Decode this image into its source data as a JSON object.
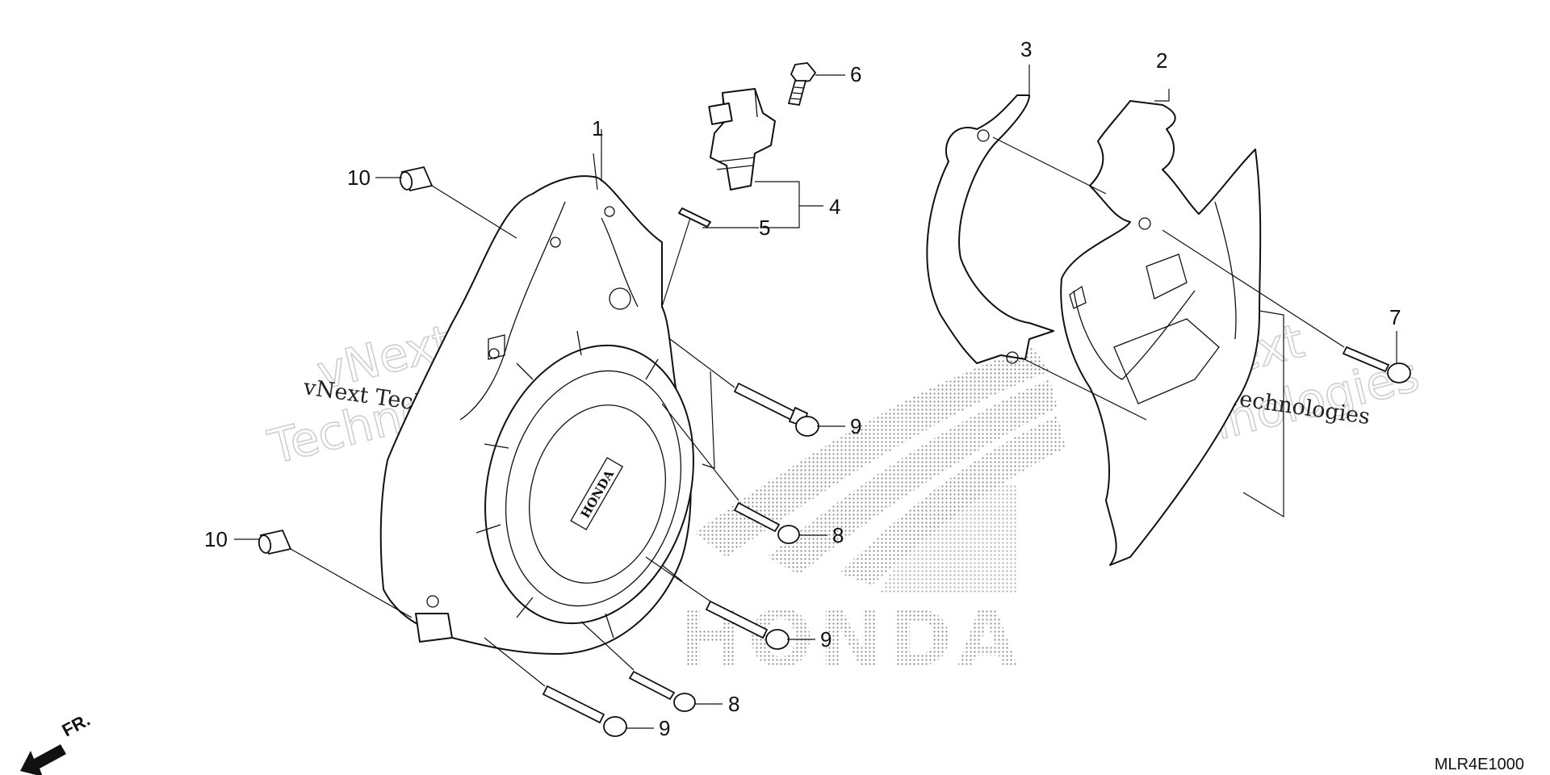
{
  "diagram": {
    "callouts": {
      "c1": "1",
      "c2": "2",
      "c3": "3",
      "c4": "4",
      "c5": "5",
      "c6": "6",
      "c7": "7",
      "c8a": "8",
      "c8b": "8",
      "c9a": "9",
      "c9b": "9",
      "c9c": "9",
      "c10a": "10",
      "c10b": "10"
    },
    "logo_text": "HONDA",
    "cover_emblem": "HONDA",
    "front_indicator": "FR.",
    "diagram_code": "MLR4E1000",
    "watermarks": {
      "big1": "vNext",
      "big2": "Technologies",
      "small": "vNext Technologies"
    }
  }
}
